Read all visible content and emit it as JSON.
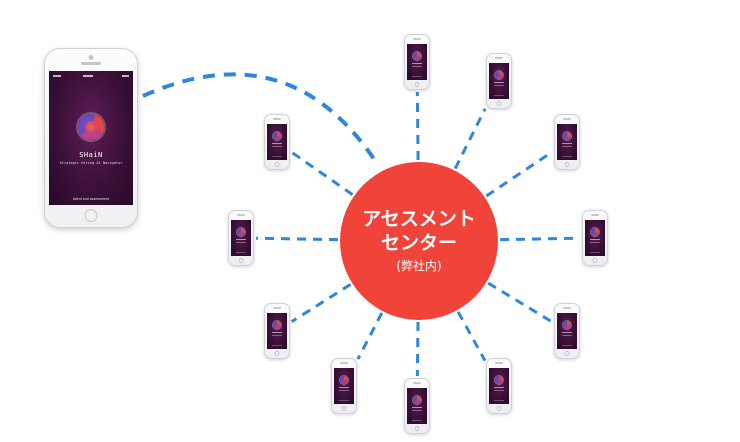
{
  "hub": {
    "line1": "アセスメント",
    "line2": "センター",
    "line3": "(弊社内)",
    "color": "#f0433a"
  },
  "main_phone": {
    "app_title": "SHaiN",
    "app_subtitle": "Strategic Hiring AI Navigator",
    "brand": "talent and assessment",
    "logo_icon": "shain-logo-icon"
  },
  "satellite_count": 12,
  "colors": {
    "dashed_line": "#2f86dc",
    "phone_screen": "#3a1038"
  }
}
